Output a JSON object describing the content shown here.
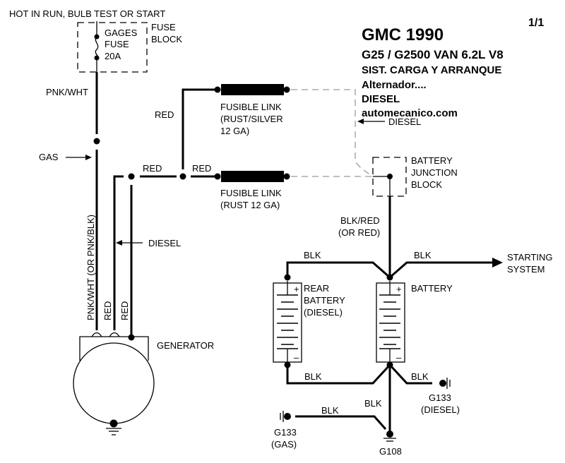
{
  "title_block": {
    "page": "1/1",
    "make_year": "GMC 1990",
    "model": "G25 / G2500 VAN  6.2L  V8",
    "system": "SIST. CARGA Y ARRANQUE",
    "component": "Alternador....",
    "engine": "DIESEL",
    "website": "automecanico.com"
  },
  "fuse_block": {
    "header": "HOT IN RUN, BULB TEST OR START",
    "label_line1": "FUSE",
    "label_line2": "BLOCK",
    "fuse_line1": "GAGES",
    "fuse_line2": "FUSE",
    "fuse_line3": "20A"
  },
  "wires": {
    "pnk_wht": "PNK/WHT",
    "pnk_wht_vertical": "PNK/WHT (OR PNK/BLK)",
    "red_vertical_1": "RED",
    "red_vertical_2": "RED",
    "red_upper": "RED",
    "red_mid_left": "RED",
    "red_mid_right": "RED",
    "blk_red_line1": "BLK/RED",
    "blk_red_line2": "(OR RED)",
    "blk_top_left": "BLK",
    "blk_top_right": "BLK",
    "blk_bottom_left": "BLK",
    "blk_bottom_right": "BLK",
    "blk_vertical": "BLK",
    "blk_gas_ground": "BLK"
  },
  "annotations": {
    "gas": "GAS",
    "diesel_left": "DIESEL",
    "diesel_right": "DIESEL"
  },
  "fusible_links": [
    {
      "line1": "FUSIBLE LINK",
      "line2": "(RUST/SILVER",
      "line3": "12 GA)"
    },
    {
      "line1": "FUSIBLE LINK",
      "line2": "(RUST 12 GA)"
    }
  ],
  "junction_block": {
    "line1": "BATTERY",
    "line2": "JUNCTION",
    "line3": "BLOCK"
  },
  "batteries": {
    "rear": {
      "line1": "REAR",
      "line2": "BATTERY",
      "line3": "(DIESEL)",
      "plus": "+",
      "minus": "–"
    },
    "main": {
      "line1": "BATTERY",
      "plus": "+",
      "minus": "–"
    }
  },
  "starting_system": {
    "line1": "STARTING",
    "line2": "SYSTEM"
  },
  "generator": {
    "label": "GENERATOR"
  },
  "grounds": {
    "g133_diesel": {
      "id": "G133",
      "note": "(DIESEL)"
    },
    "g133_gas": {
      "id": "G133",
      "note": "(GAS)"
    },
    "g108": {
      "id": "G108"
    }
  }
}
